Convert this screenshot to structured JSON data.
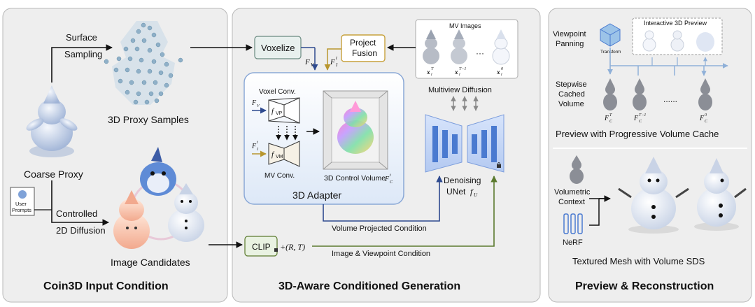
{
  "panels": {
    "input": {
      "title": "Coin3D Input Condition",
      "surface_label_1": "Surface",
      "surface_label_2": "Sampling",
      "proxy_samples": "3D Proxy Samples",
      "coarse_proxy": "Coarse Proxy",
      "user_prompts_1": "User",
      "user_prompts_2": "Prompts",
      "controlled_1": "Controlled",
      "controlled_2": "2D Diffusion",
      "image_candidates": "Image Candidates"
    },
    "generation": {
      "title": "3D-Aware Conditioned Generation",
      "voxelize": "Voxelize",
      "project_1": "Project",
      "project_2": "Fusion",
      "fv_label": "F",
      "fv_sub": "V",
      "fi_label": "F",
      "fi_sub": "I",
      "fi_sup": "t",
      "mv_images": "MV Images",
      "x_t": "x",
      "x_t_sup": "T",
      "x_t1_sup": "T−1",
      "x_0_sup": "0",
      "x_sub": "i",
      "dots": "···",
      "voxel_conv": "Voxel Conv.",
      "mv_conv": "MV Conv.",
      "f_vp": "f",
      "f_vp_sub": "VP",
      "f_vm": "f",
      "f_vm_sub": "VM",
      "control_volume": "3D Control Volume",
      "control_volume_sym": "F",
      "control_volume_sub": "C",
      "control_volume_sup": "t",
      "adapter": "3D Adapter",
      "multiview_diffusion": "Multiview Diffusion",
      "denoising_1": "Denoising",
      "denoising_2": "UNet",
      "unet_sym": "f",
      "unet_sub": "U",
      "clip": "CLIP",
      "rt": "+(R, T)",
      "volume_projected": "Volume Projected Condition",
      "image_viewpoint": "Image & Viewpoint Condition"
    },
    "preview": {
      "title": "Preview & Reconstruction",
      "viewpoint_1": "Viewpoint",
      "viewpoint_2": "Panning",
      "transform": "Transform",
      "interactive": "Interactive 3D Preview",
      "stepwise_1": "Stepwise",
      "stepwise_2": "Cached",
      "stepwise_3": "Volume",
      "fc": "F",
      "fc_sub": "C",
      "fc_sup_t": "T",
      "fc_sup_t1": "T−1",
      "fc_sup_0": "0",
      "dots": "......",
      "progressive": "Preview with Progressive Volume Cache",
      "volumetric_1": "Volumetric",
      "volumetric_2": "Context",
      "nerf": "NeRF",
      "textured": "Textured Mesh with Volume SDS"
    }
  },
  "colors": {
    "panel_bg": "#eeeeee",
    "panel_border": "#b8b8b8",
    "adapter_bg": "#eef3fb",
    "adapter_border": "#8aa8d6",
    "blue_arrow": "#2e4a8f",
    "green_arrow": "#5b7a2e",
    "gold_arrow": "#b8962e",
    "voxelize_bg": "#e8f0ee",
    "voxelize_border": "#6a8a80",
    "project_border": "#c7a13c",
    "unet_blue": "#4a7ad0",
    "snow": "#cfd8ea"
  }
}
